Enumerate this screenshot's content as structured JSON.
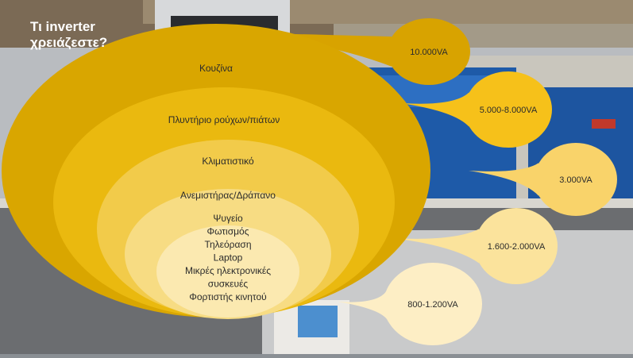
{
  "title_lines": [
    "Τι inverter",
    "χρειάζεστε?"
  ],
  "levels": [
    {
      "label": "Κουζίνα",
      "power": "10.000VA"
    },
    {
      "label": "Πλυντήριο ρούχων/πιάτων",
      "power": "5.000-8.000VA"
    },
    {
      "label": "Κλιματιστικό",
      "power": "3.000VA"
    },
    {
      "label": "Ανεμιστήρας/Δράπανο",
      "power": "1.600-2.000VA"
    },
    {
      "label": "",
      "power": "800-1.200VA"
    }
  ],
  "inner_lines": [
    "Ψυγείο",
    "Φωτισμός",
    "Τηλεόραση",
    "Laptop",
    "Μικρές ηλεκτρονικές",
    "συσκευές",
    "Φορτιστής κινητού"
  ],
  "colors": {
    "level_fills": [
      "#d9a600",
      "#eab90f",
      "#f2cb4a",
      "#f7dc83",
      "#fbe9b0"
    ],
    "bubble_fills": [
      "#d8a300",
      "#f6c11a",
      "#f9d36a",
      "#fbe39c",
      "#fdeec5"
    ],
    "title": "#ffffff",
    "text": "#2b2b2b"
  }
}
